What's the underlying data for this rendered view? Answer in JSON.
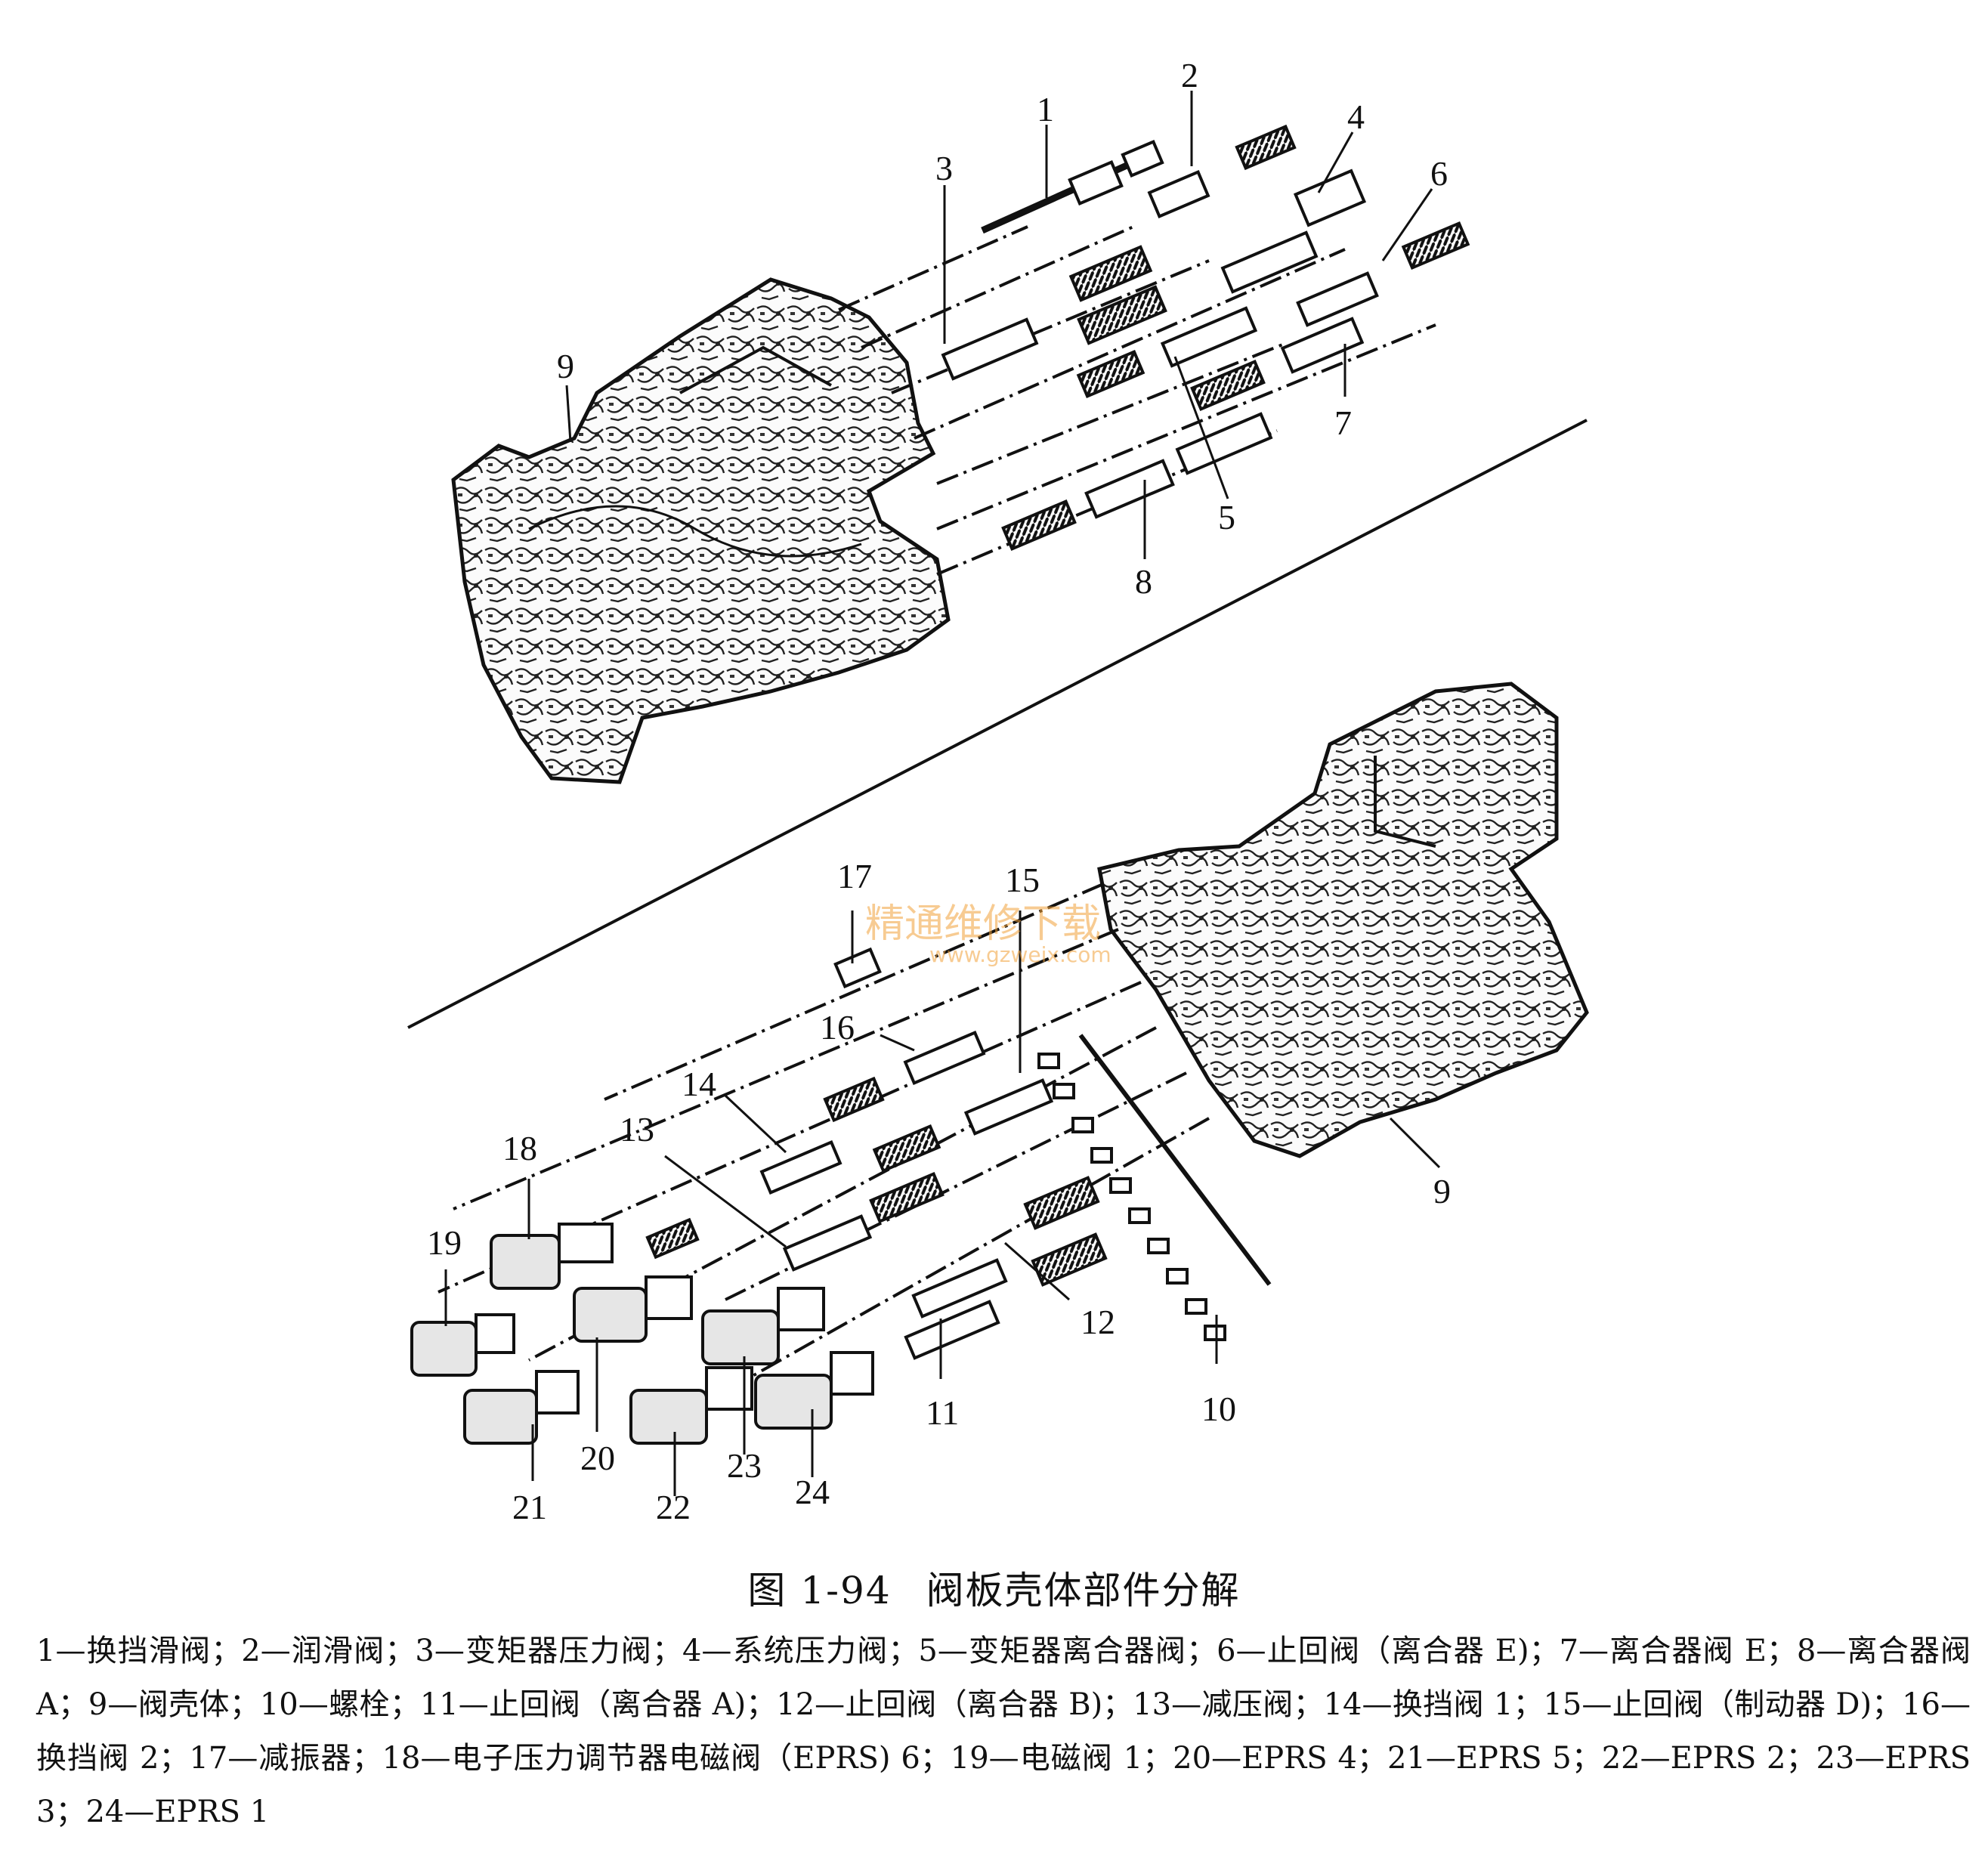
{
  "figure": {
    "number": "图 1-94",
    "title": "阀板壳体部件分解"
  },
  "watermark": {
    "line1": "精通维修下载",
    "line2": "www.gzweix.com"
  },
  "part_labels": [
    "1",
    "2",
    "3",
    "4",
    "5",
    "6",
    "7",
    "8",
    "9",
    "9",
    "10",
    "11",
    "12",
    "13",
    "14",
    "15",
    "16",
    "17",
    "18",
    "19",
    "20",
    "21",
    "22",
    "23",
    "24"
  ],
  "legend": [
    {
      "num": "1",
      "name": "换挡滑阀"
    },
    {
      "num": "2",
      "name": "润滑阀"
    },
    {
      "num": "3",
      "name": "变矩器压力阀"
    },
    {
      "num": "4",
      "name": "系统压力阀"
    },
    {
      "num": "5",
      "name": "变矩器离合器阀"
    },
    {
      "num": "6",
      "name": "止回阀（离合器 E)"
    },
    {
      "num": "7",
      "name": "离合器阀 E"
    },
    {
      "num": "8",
      "name": "离合器阀 A"
    },
    {
      "num": "9",
      "name": "阀壳体"
    },
    {
      "num": "10",
      "name": "螺栓"
    },
    {
      "num": "11",
      "name": "止回阀（离合器 A)"
    },
    {
      "num": "12",
      "name": "止回阀（离合器 B)"
    },
    {
      "num": "13",
      "name": "减压阀"
    },
    {
      "num": "14",
      "name": "换挡阀 1"
    },
    {
      "num": "15",
      "name": "止回阀（制动器 D)"
    },
    {
      "num": "16",
      "name": "换挡阀 2"
    },
    {
      "num": "17",
      "name": "减振器"
    },
    {
      "num": "18",
      "name": "电子压力调节器电磁阀（EPRS) 6"
    },
    {
      "num": "19",
      "name": "电磁阀 1"
    },
    {
      "num": "20",
      "name": "EPRS 4"
    },
    {
      "num": "21",
      "name": "EPRS 5"
    },
    {
      "num": "22",
      "name": "EPRS 2"
    },
    {
      "num": "23",
      "name": "EPRS 3"
    },
    {
      "num": "24",
      "name": "EPRS 1"
    }
  ],
  "legend_separator": "—",
  "legend_delimiter": "；"
}
